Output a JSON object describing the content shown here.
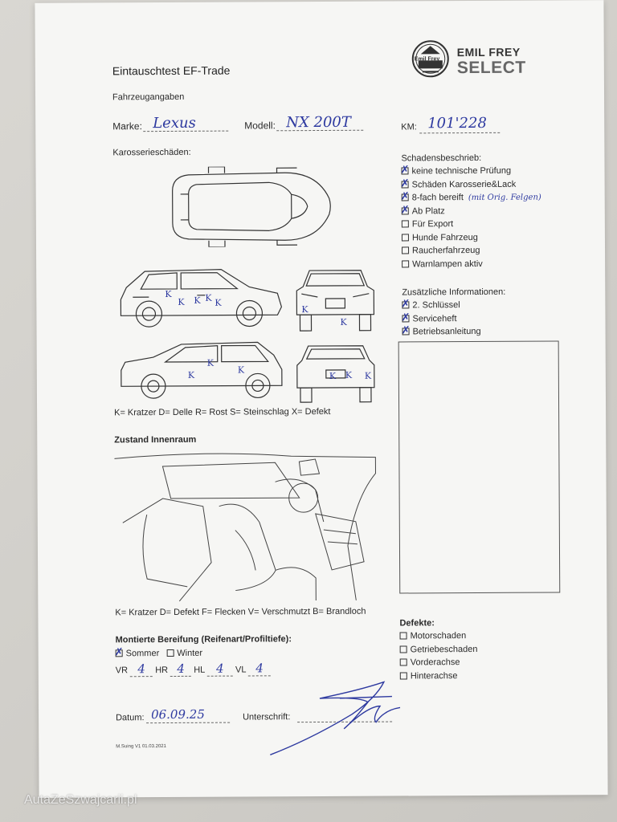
{
  "header": {
    "title": "Eintauschtest EF-Trade",
    "logo_top": "Emil Frey",
    "brand_line1": "EMIL FREY",
    "brand_line2": "SELECT"
  },
  "vehicle": {
    "section_label": "Fahrzeugangaben",
    "make_label": "Marke:",
    "make_value": "Lexus",
    "model_label": "Modell:",
    "model_value": "NX 200T",
    "km_label": "KM:",
    "km_value": "101'228"
  },
  "body_damage": {
    "section_label": "Karosserieschäden:",
    "legend": "K= Kratzer D= Delle R= Rost S= Steinschlag X= Defekt",
    "marks": [
      "K",
      "K",
      "K",
      "K",
      "K",
      "K",
      "K",
      "K",
      "K",
      "K",
      "K",
      "K",
      "K"
    ]
  },
  "damage_description": {
    "title": "Schadensbeschrieb:",
    "items": [
      {
        "label": "keine technische Prüfung",
        "checked": true
      },
      {
        "label": "Schäden Karosserie&Lack",
        "checked": true
      },
      {
        "label": "8-fach bereift",
        "checked": true
      },
      {
        "label": "Ab Platz",
        "checked": true
      },
      {
        "label": "Für Export",
        "checked": false
      },
      {
        "label": "Hunde Fahrzeug",
        "checked": false
      },
      {
        "label": "Raucherfahrzeug",
        "checked": false
      },
      {
        "label": "Warnlampen aktiv",
        "checked": false
      }
    ],
    "note": "(mit Orig. Felgen)"
  },
  "additional_info": {
    "title": "Zusätzliche Informationen:",
    "items": [
      {
        "label": "2. Schlüssel",
        "checked": true
      },
      {
        "label": "Serviceheft",
        "checked": true
      },
      {
        "label": "Betriebsanleitung",
        "checked": true
      }
    ]
  },
  "interior": {
    "section_label": "Zustand Innenraum",
    "legend": "K= Kratzer D= Defekt F= Flecken V= Verschmutzt B= Brandloch"
  },
  "tires": {
    "section_label": "Montierte Bereifung (Reifenart/Profiltiefe):",
    "summer_label": "Sommer",
    "summer_checked": true,
    "winter_label": "Winter",
    "winter_checked": false,
    "vr_label": "VR",
    "vr_value": "4",
    "hr_label": "HR",
    "hr_value": "4",
    "hl_label": "HL",
    "hl_value": "4",
    "vl_label": "VL",
    "vl_value": "4"
  },
  "defects": {
    "title": "Defekte:",
    "items": [
      {
        "label": "Motorschaden",
        "checked": false
      },
      {
        "label": "Getriebeschaden",
        "checked": false
      },
      {
        "label": "Vorderachse",
        "checked": false
      },
      {
        "label": "Hinterachse",
        "checked": false
      }
    ]
  },
  "footer": {
    "date_label": "Datum:",
    "date_value": "06.09.25",
    "signature_label": "Unterschrift:",
    "version": "M.Suing V1 01.03.2021"
  },
  "watermark": "AutaZeSzwajcarii.pl",
  "colors": {
    "ink": "#2e3aa0",
    "paper": "#f6f6f4"
  }
}
